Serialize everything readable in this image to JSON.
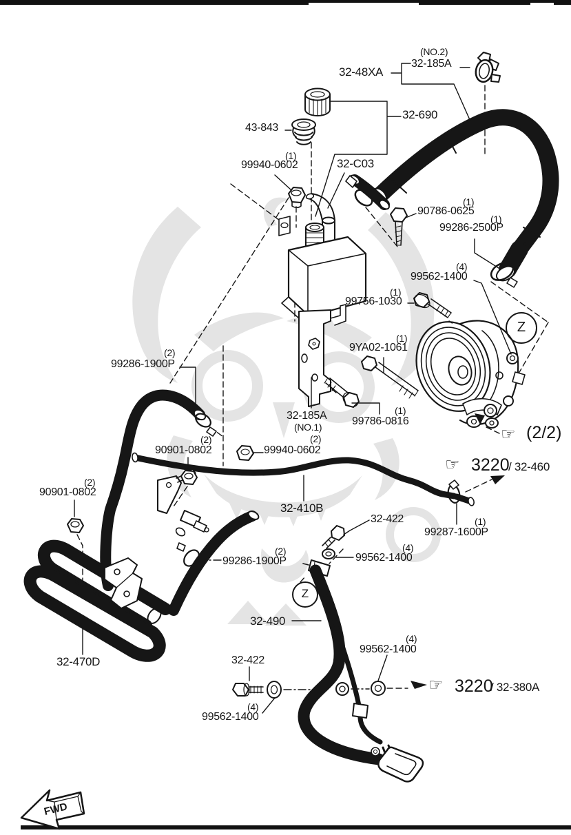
{
  "page": {
    "background": "#ffffff",
    "ink_color": "#161616",
    "watermark_color": "#e4e4e4"
  },
  "callouts": {
    "no2_qty": "(NO.2)",
    "clamp_no2": "32-185A",
    "hose_assy": "32-48XA",
    "cap": "32-690",
    "grommet": "43-843",
    "nut_top_qty": "(1)",
    "nut_top": "99940-0602",
    "clamp_c03": "32-C03",
    "bolt_0625_qty": "(1)",
    "bolt_0625": "90786-0625",
    "clamp_2500_qty": "(1)",
    "clamp_2500": "99286-2500P",
    "washer_top_qty": "(4)",
    "washer_top": "99562-1400",
    "bolt_1030_qty": "(1)",
    "bolt_1030": "99756-1030",
    "bolt_1061_qty": "(1)",
    "bolt_1061": "9YA02-1061",
    "clamp_no1": "32-185A",
    "no1_qty": "(NO.1)",
    "bolt_0816_qty": "(1)",
    "bolt_0816": "99786-0816",
    "clamp_1900_a_qty": "(2)",
    "clamp_1900_a": "99286-1900P",
    "nut_0802_a_qty": "(2)",
    "nut_0802_a": "90901-0802",
    "nut_mid_qty": "(2)",
    "nut_mid": "99940-0602",
    "nut_0802_b_qty": "(2)",
    "nut_0802_b": "90901-0802",
    "pipe": "32-410B",
    "bolt_422_a": "32-422",
    "clamp_1600_qty": "(1)",
    "clamp_1600": "99287-1600P",
    "clamp_1900_b_qty": "(2)",
    "clamp_1900_b": "99286-1900P",
    "washer_mid_qty": "(4)",
    "washer_mid": "99562-1400",
    "hose_pressure": "32-490",
    "washer_low_qty": "(4)",
    "washer_low": "99562-1400",
    "bolt_422_b": "32-422",
    "pipe_cooler": "32-470D",
    "washer_bottom_qty": "(4)",
    "washer_bottom": "99562-1400"
  },
  "references": {
    "page_ref": "(2/2)",
    "r460_code": "3220",
    "r460_part": "/ 32-460",
    "r380_code": "3220",
    "r380_part": "/ 32-380A"
  },
  "zones": {
    "top": "Z",
    "bottom": "Z"
  },
  "fwd_label": "FWD",
  "icons": {
    "hand": "☞"
  }
}
